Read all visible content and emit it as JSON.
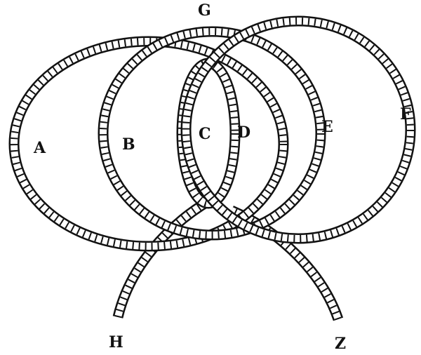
{
  "labels": {
    "g": "G",
    "a": "A",
    "b": "B",
    "c": "C",
    "d": "D",
    "e": "E",
    "f": "F",
    "h": "H",
    "z": "Z"
  },
  "colors": {
    "ink": "#111111",
    "paper": "#ffffff"
  }
}
